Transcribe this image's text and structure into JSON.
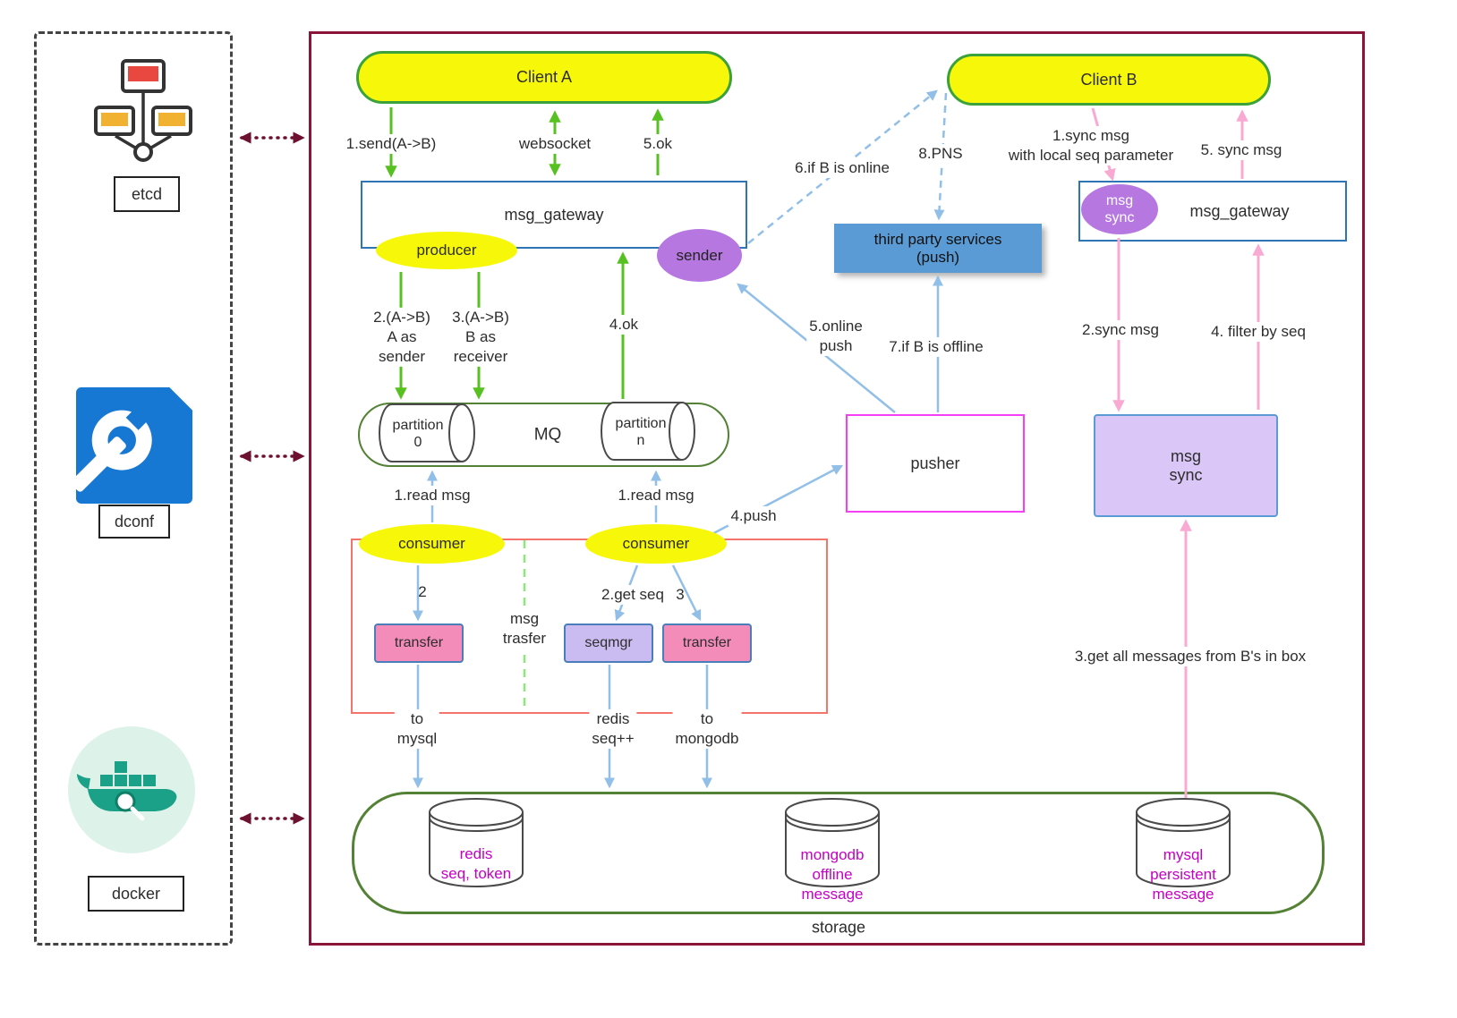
{
  "left_panel": {
    "etcd": "etcd",
    "dconf": "dconf",
    "docker": "docker"
  },
  "nodes": {
    "client_a": "Client A",
    "client_b": "Client B",
    "msg_gateway_left": "msg_gateway",
    "msg_gateway_right": "msg_gateway",
    "producer": "producer",
    "sender": "sender",
    "third_party_services": "third party services\n(push)",
    "msg_sync_ellipse": "msg\nsync",
    "mq": "MQ",
    "partition_0": "partition\n0",
    "partition_n": "partition\nn",
    "pusher": "pusher",
    "msg_sync_box": "msg\nsync",
    "consumer_left": "consumer",
    "consumer_right": "consumer",
    "transfer_left": "transfer",
    "seqmgr": "seqmgr",
    "transfer_right": "transfer",
    "msg_trasfer": "msg\ntrasfer",
    "storage": "storage",
    "redis": "redis\nseq, token",
    "mongodb": "mongodb\noffline\nmessage",
    "mysql": "mysql\npersistent\nmessage"
  },
  "edge_labels": {
    "send_a_b": "1.send(A->B)",
    "websocket": "websocket",
    "ok_5": "5.ok",
    "a_as_sender": "2.(A->B)\nA as\nsender",
    "b_as_receiver": "3.(A->B)\nB as\nreceiver",
    "ok_4": "4.ok",
    "if_b_online": "6.if B is online",
    "pns": "8.PNS",
    "online_push": "5.online\npush",
    "if_b_offline": "7.if B is offline",
    "sync_with_seq": "1.sync msg\nwith local seq parameter",
    "sync_msg_5": "5. sync msg",
    "sync_msg_2": "2.sync msg",
    "filter_by_seq": "4. filter by seq",
    "read_msg_left": "1.read msg",
    "read_msg_right": "1.read msg",
    "push_4": "4.push",
    "step_2": "2",
    "get_seq": "2.get seq",
    "step_3": "3",
    "to_mysql": "to\nmysql",
    "redis_seq_inc": "redis\nseq++",
    "to_mongodb": "to\nmongodb",
    "get_all_messages": "3.get all messages from B's in box"
  },
  "colors": {
    "yellow": "#f7f70a",
    "green_border": "#3ba13b",
    "blue_border": "#2e75b6",
    "purple": "#b678e0",
    "light_purple": "#dbc6f8",
    "pink_fill": "#f48cba",
    "magenta_border": "#f43ff4",
    "maroon": "#8b1538",
    "green_arrow": "#56c121",
    "blue_arrow": "#92bfe8",
    "pink_arrow": "#f8aad2",
    "db_text": "#c400c4"
  }
}
